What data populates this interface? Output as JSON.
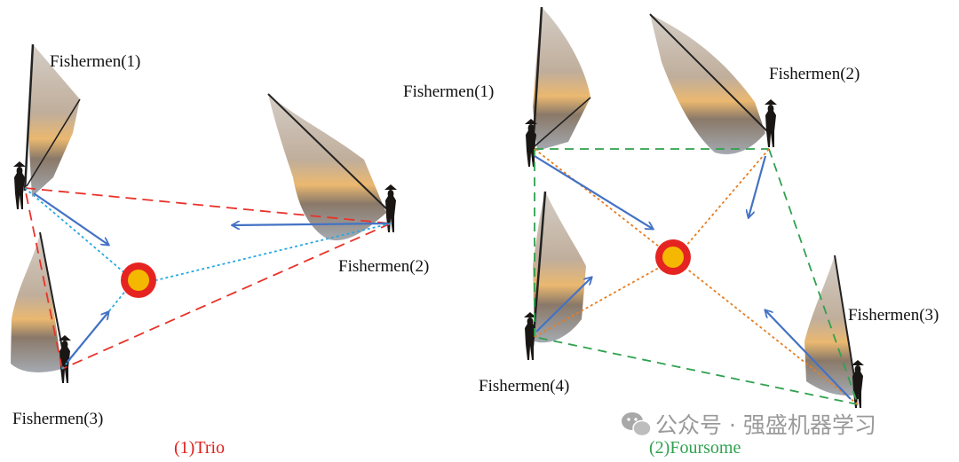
{
  "labels": {
    "trio_f1": "Fishermen(1)",
    "trio_f2": "Fishermen(2)",
    "trio_f3": "Fishermen(3)",
    "four_f1": "Fishermen(1)",
    "four_f2": "Fishermen(2)",
    "four_f3": "Fishermen(3)",
    "four_f4": "Fishermen(4)"
  },
  "captions": {
    "trio": "(1)Trio",
    "foursome": "(2)Foursome"
  },
  "watermark": "公众号 · 强盛机器学习",
  "colors": {
    "trio_caption": "#e0201b",
    "foursome_caption": "#2fa14f",
    "boundary_red": "#e8322a",
    "boundary_green": "#2fa14f",
    "link_blue": "#29a9e0",
    "link_orange": "#e67e22",
    "arrow": "#4472c4",
    "target_outer": "#e52421",
    "target_inner": "#f5b800"
  },
  "icons": [
    "fisherman-net-icon",
    "target-icon",
    "wechat-icon"
  ]
}
